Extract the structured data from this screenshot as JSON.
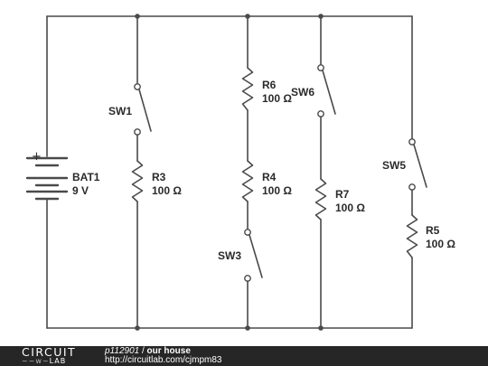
{
  "circuit": {
    "battery": {
      "name": "BAT1",
      "value": "9 V",
      "polarity": "+"
    },
    "resistors": [
      {
        "id": "r3",
        "name": "R3",
        "value": "100 Ω"
      },
      {
        "id": "r6",
        "name": "R6",
        "value": "100 Ω"
      },
      {
        "id": "r4",
        "name": "R4",
        "value": "100 Ω"
      },
      {
        "id": "r7",
        "name": "R7",
        "value": "100 Ω"
      },
      {
        "id": "r5",
        "name": "R5",
        "value": "100 Ω"
      }
    ],
    "switches": [
      {
        "id": "sw1",
        "name": "SW1",
        "state": "open"
      },
      {
        "id": "sw6",
        "name": "SW6",
        "state": "open"
      },
      {
        "id": "sw3",
        "name": "SW3",
        "state": "open"
      },
      {
        "id": "sw5",
        "name": "SW5",
        "state": "open"
      }
    ]
  },
  "footer": {
    "logo_top": "CIRCUIT",
    "logo_bottom_wave": "~~w~",
    "logo_bottom_text": "LAB",
    "user": "p112901",
    "separator": " / ",
    "title": "our house",
    "url": "http://circuitlab.com/cjmpm83"
  },
  "colors": {
    "wire": "#4a4a4a",
    "footer_bg": "#262626",
    "background": "#ffffff"
  }
}
